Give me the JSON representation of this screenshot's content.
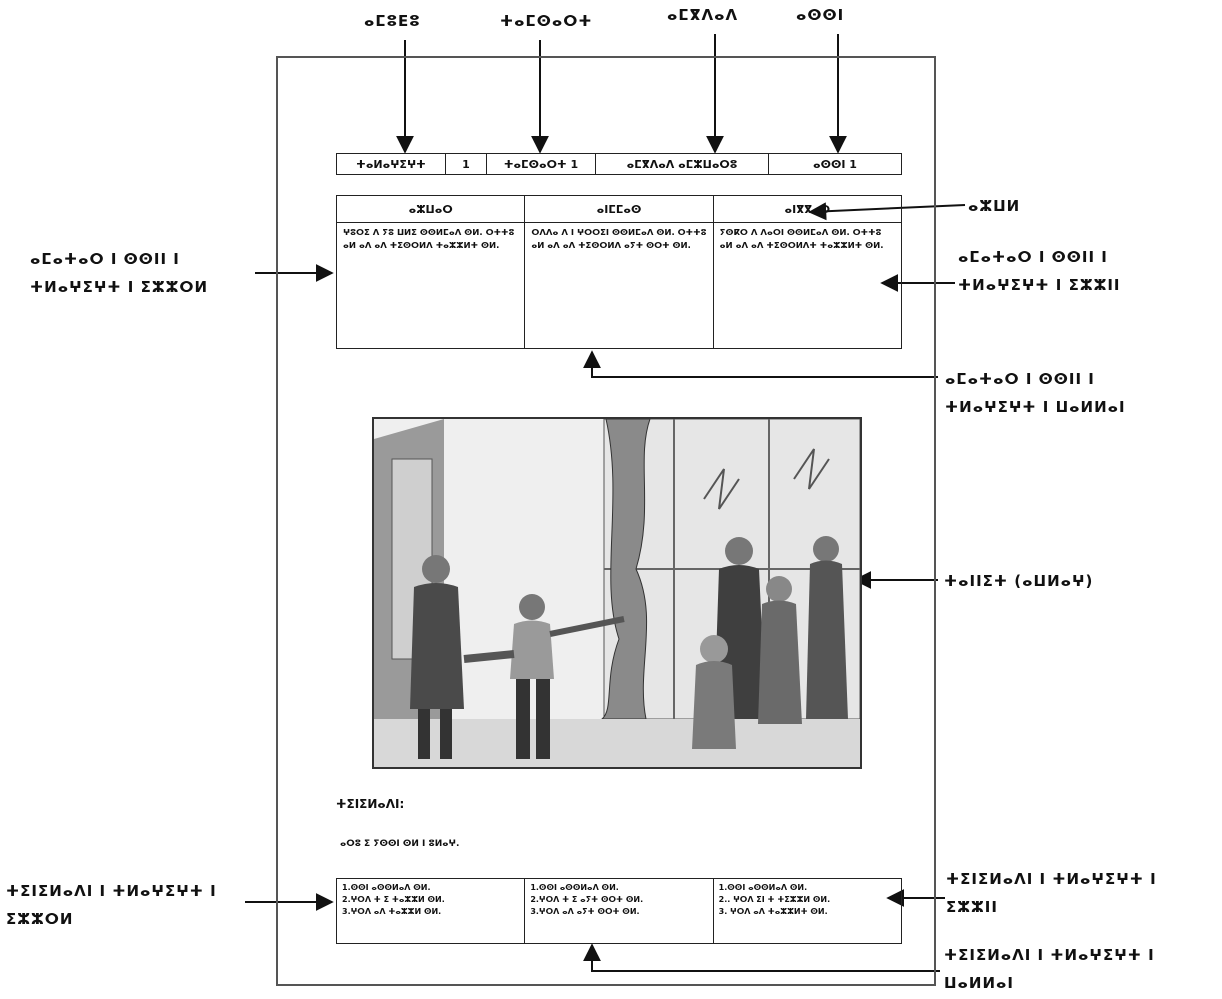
{
  "top_labels": [
    "ⴰⵎⵓⴹⵓ",
    "ⵜⴰⵎⵙⴰⵔⵜ",
    "ⴰⵎⴳⴷⴰⴷ",
    "ⴰⵙⵙⵏ"
  ],
  "header_cells": [
    "ⵜⴰⵍⴰⵖⵉⵖⵜ",
    "1",
    "ⵜⴰⵎⵙⴰⵔⵜ 1",
    "ⴰⵎⴳⴷⴰⴷ ⴰⵎⵣⵡⴰⵔⵓ",
    "ⴰⵙⵙⵏ 1"
  ],
  "level_headers": [
    "ⴰⵣⵡⴰⵔ",
    "ⴰⵏⵎⵎⴰⵙ",
    "ⴰⵏⴳⴳⴰⵔ"
  ],
  "level_texts": [
    "ⵖⵓⵔⵉ ⴷ ⵢⵓ ⵡⵍⵉ ⵙⵙⵍⵎⴰⴷ ⵙⵍ. ⵔⵜⵜⵓ ⴰⵍ ⴰⴷ ⴰⴷ ⵜⵉⵙⵔⵍⴷ ⵜⴰⵣⵣⵍⵜ ⵙⵍ.",
    "ⵔⴷⴷⴰ ⴷ ⵏ ⵖⵔⵔⵉⵏ ⵙⵙⵍⵎⴰⴷ ⵙⵍ. ⵔⵜⵜⵓ ⴰⵍ ⴰⴷ ⴰⴷ ⵜⵉⵙⵔⵍⴷ ⴰⵢⵜ ⵙⵔⵜ ⵙⵍ.",
    "ⵢⵙⴽⵔ ⴷ ⴷⴰⵔⵏ ⵙⵙⵍⵎⴰⴷ ⵙⵍ. ⵔⵜⵜⵓ ⴰⵍ ⴰⴷ ⴰⴷ ⵜⵉⵙⵔⵍⴷⵜ ⵜⴰⵣⵣⵍⵜ ⵙⵍ."
  ],
  "text_label": "ⴰⵣⵡⵍ",
  "left_label": [
    "ⴰⵎⴰⵜⴰⵔ ⵏ ⵙⵙⵏⵏ ⵏ",
    "ⵜⵍⴰⵖⵉⵖⵜ ⵏ ⵉⵣⵣⵔⵍ"
  ],
  "right_label": [
    "ⴰⵎⴰⵜⴰⵔ ⵏ ⵙⵙⵏⵏ ⵏ",
    "ⵜⵍⴰⵖⵉⵖⵜ ⵏ ⵉⵣⵣⵏⵏ"
  ],
  "center_label": [
    "ⴰⵎⴰⵜⴰⵔ ⵏ ⵙⵙⵏⵏ ⵏ",
    "ⵜⵍⴰⵖⵉⵖⵜ ⵏ ⵡⴰⵍⵍⴰⵏ"
  ],
  "image_label": "ⵜⴰⵏⵏⵉⵜ (ⴰⵡⵍⴰⵖ)",
  "questions_title": "ⵜⵉⵏⵉⵍⴰⴷⵏ:",
  "questions_instruction": "ⴰⵔⵓ ⵉ ⵢⵙⵙⵏ ⵙⵍ ⵏ ⵓⵍⴰⵖ.",
  "q_columns": [
    [
      "1.ⵙⵙⵏ ⴰⵙⵙⵍⴰⴷ ⵙⵍ.",
      "2.ⵖⵔⴷ ⵜ ⵉ ⵜⴰⵣⵣⵍ ⵙⵍ.",
      "3.ⵖⵔⴷ ⴰⴷ ⵜⴰⵣⵣⵍ ⵙⵍ."
    ],
    [
      "1.ⵙⵙⵏ ⴰⵙⵙⵍⴰⴷ ⵙⵍ.",
      "2.ⵖⵔⴷ ⵜ ⵉ ⴰⵢⵜ ⵙⵔⵜ ⵙⵍ.",
      "3.ⵖⵔⴷ ⴰⴷ ⴰⵢⵜ ⵙⵔⵜ ⵙⵍ."
    ],
    [
      "1.ⵙⵙⵏ ⴰⵙⵙⵍⴰⴷ ⵙⵍ.",
      "2.. ⵖⵔⴷ ⵉⵏ ⵜ ⵜⵉⵣⵣⵍ ⵙⵍ.",
      "3. ⵖⵔⴷ ⴰⴷ ⵜⴰⵣⵣⵍⵜ ⵙⵍ."
    ]
  ],
  "bottom_left_label": [
    "ⵜⵉⵏⵉⵍⴰⴷⵏ ⵏ ⵜⵍⴰⵖⵉⵖⵜ ⵏ",
    "ⵉⵣⵣⵔⵍ"
  ],
  "bottom_right_label": [
    "ⵜⵉⵏⵉⵍⴰⴷⵏ ⵏ ⵜⵍⴰⵖⵉⵖⵜ ⵏ",
    "ⵉⵣⵣⵏⵏ"
  ],
  "bottom_center_label": [
    "ⵜⵉⵏⵉⵍⴰⴷⵏ ⵏ ⵜⵍⴰⵖⵉⵖⵜ ⵏ",
    "ⵡⴰⵍⵍⴰⵏ"
  ]
}
